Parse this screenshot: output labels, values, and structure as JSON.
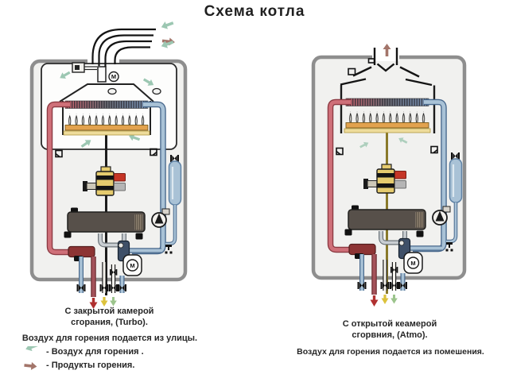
{
  "title": "Схема котла",
  "labels": {
    "fan": "M",
    "motor": "M"
  },
  "left_boiler": {
    "type": "closed-combustion-chamber-turbo",
    "caption_line1": "С закрытой камерой",
    "caption_line2": "сгорания, (Turbo).",
    "subcaption": "Воздух для горения подается из улицы."
  },
  "right_boiler": {
    "type": "open-combustion-chamber-atmo",
    "caption_line1": "С открытой кеамерой",
    "caption_line2": "сгорвния, (Atmo).",
    "subcaption": "Воздух для горения подается из помешения."
  },
  "legend": [
    {
      "name": "combustion-air-arrow",
      "label": "- Воздух для горения .",
      "color": "#9cc7b2"
    },
    {
      "name": "combustion-products-arrow",
      "label": "- Продукты горения.",
      "color": "#a3756a"
    }
  ],
  "colors": {
    "casing_border": "#8e8e8e",
    "casing_fill": "#f1f1ef",
    "hot_pipe": "#cf7079",
    "cold_pipe": "#a9c2d6",
    "burner_bar": "#e2a24e",
    "flame_tray": "#eedc9b",
    "gas_valve_body": "#e5cb6e",
    "valve_coil_red": "#c53526",
    "valve_coil_grey": "#b5b5b5",
    "expansion_tank": "#a9c2d6",
    "air_arrow_green": "#9cc7b2",
    "exhaust_arrow_brown": "#a3756a",
    "bottom_arrow_red": "#b03030",
    "bottom_arrow_yellow": "#dcc23c",
    "bottom_arrow_green": "#9cc48c",
    "text": "#262626"
  }
}
